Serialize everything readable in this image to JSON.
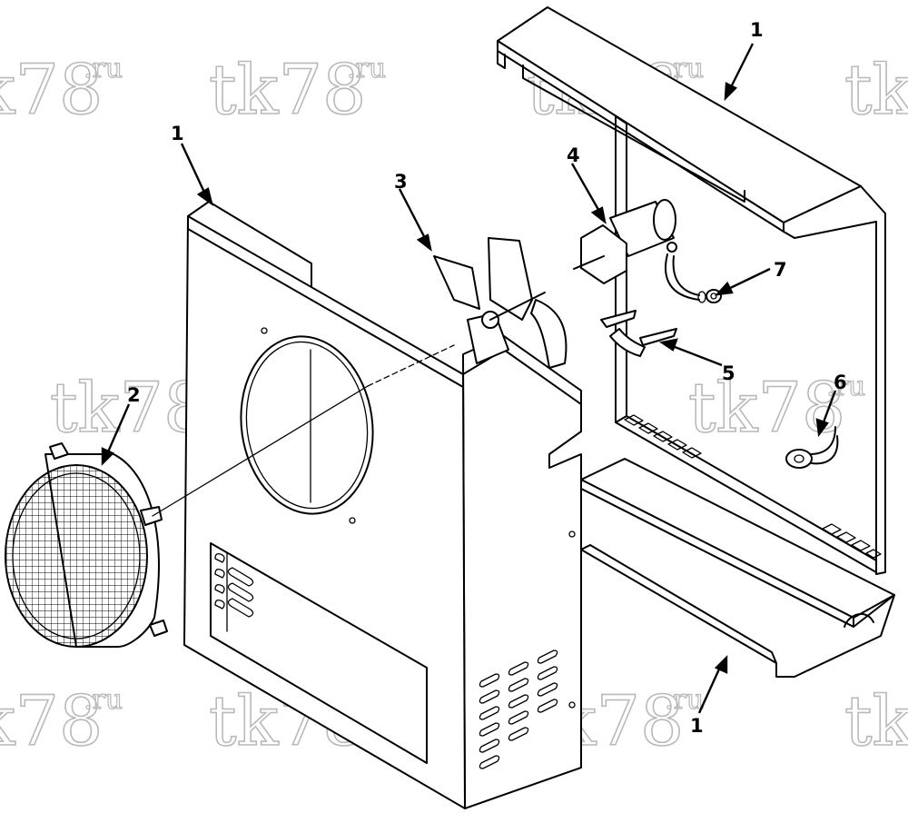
{
  "watermark": {
    "main": "tk78",
    "suffix": ".ru"
  },
  "callouts": [
    {
      "id": "housing-front",
      "label": "1"
    },
    {
      "id": "housing-back",
      "label": "1"
    },
    {
      "id": "housing-bottom",
      "label": "1"
    },
    {
      "id": "grille",
      "label": "2"
    },
    {
      "id": "fan-blade",
      "label": "3"
    },
    {
      "id": "motor",
      "label": "4"
    },
    {
      "id": "motor-bracket",
      "label": "5"
    },
    {
      "id": "thermostat",
      "label": "6"
    },
    {
      "id": "nut",
      "label": "7"
    }
  ]
}
